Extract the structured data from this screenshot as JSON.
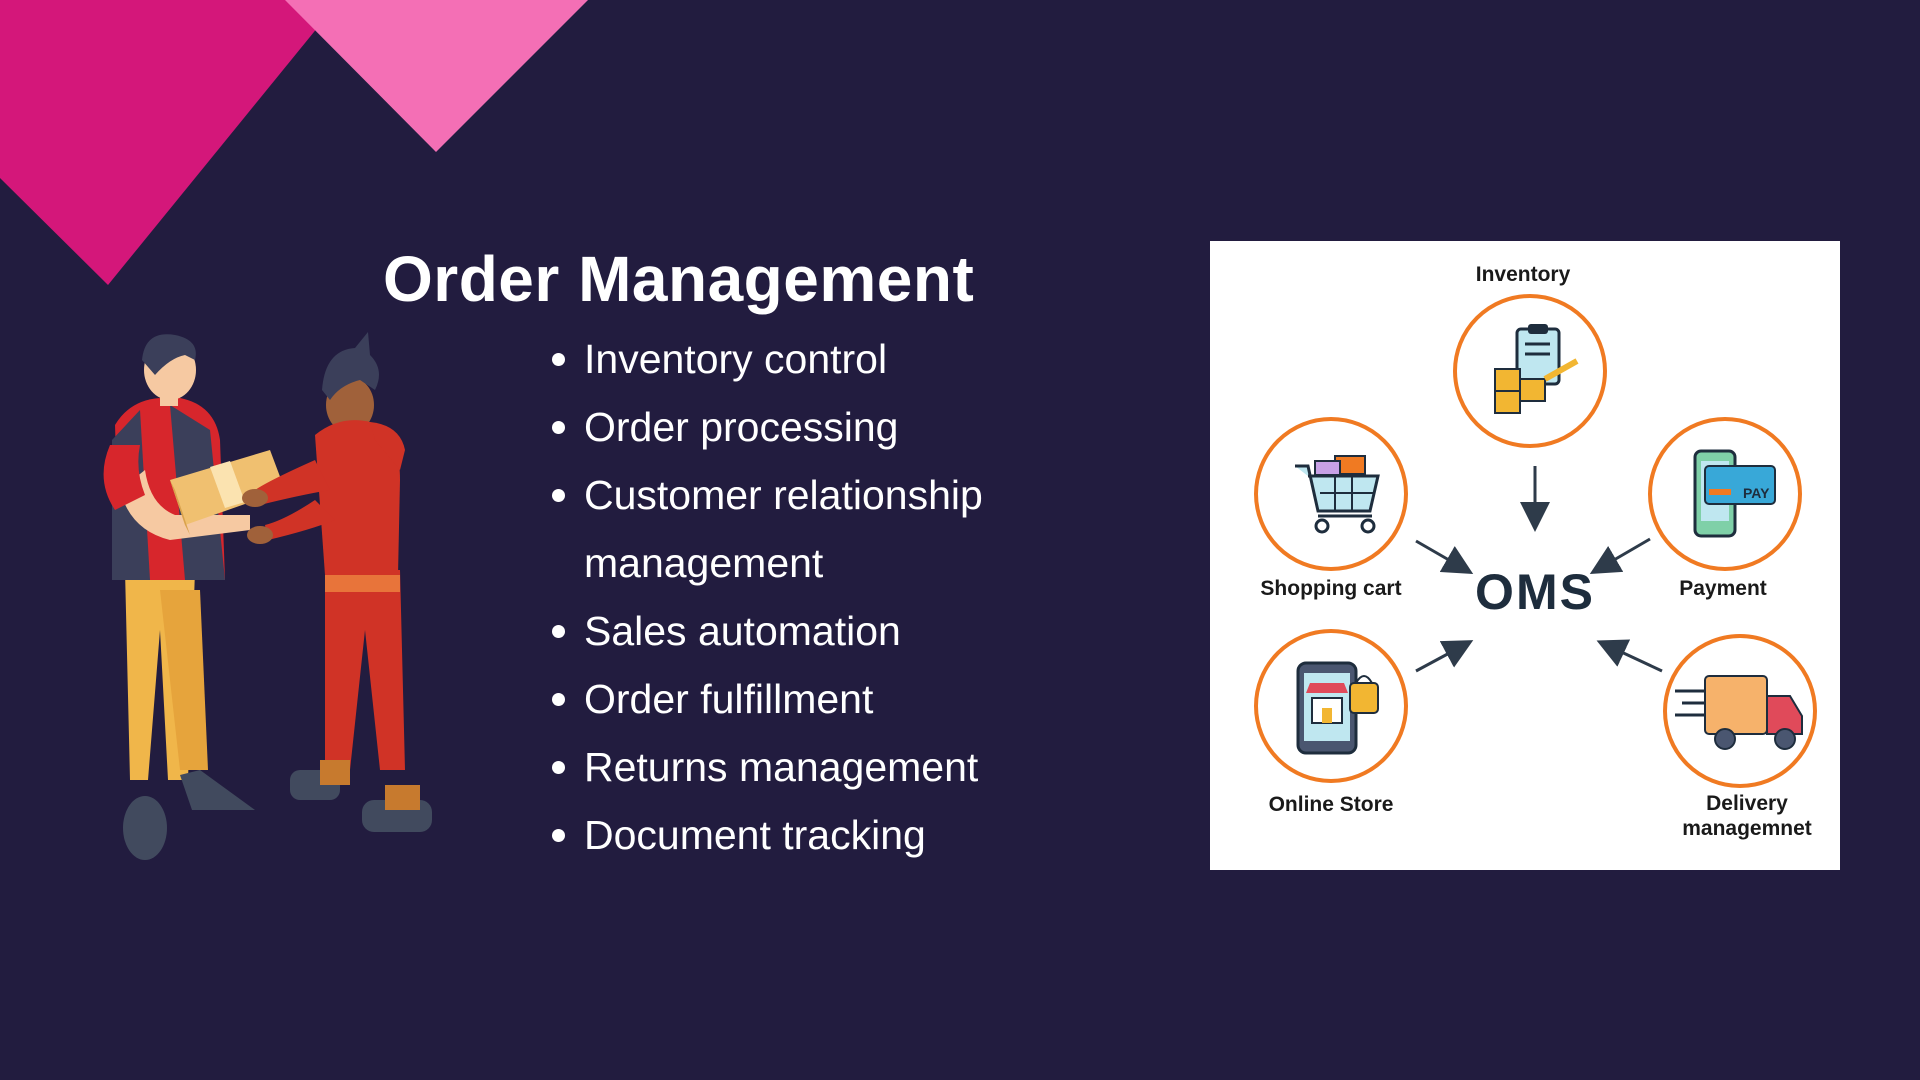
{
  "slide": {
    "title": "Order Management",
    "bullets": [
      "Inventory control",
      "Order processing",
      "Customer relationship management",
      "Sales automation",
      "Order fulfillment",
      "Returns management",
      "Document tracking"
    ]
  },
  "oms_diagram": {
    "center": "OMS",
    "nodes": {
      "inventory": "Inventory",
      "shopping_cart": "Shopping cart",
      "payment": "Payment",
      "online_store": "Online Store",
      "delivery_line1": "Delivery",
      "delivery_line2": "managemnet",
      "pay_badge": "PAY"
    },
    "icons": [
      "inventory-clipboard-icon",
      "shopping-cart-icon",
      "payment-card-icon",
      "online-store-phone-icon",
      "delivery-truck-icon"
    ]
  },
  "colors": {
    "background": "#221c3f",
    "accent_magenta": "#d4177a",
    "accent_pink": "#f46fb5",
    "circle_orange": "#f07a22"
  }
}
